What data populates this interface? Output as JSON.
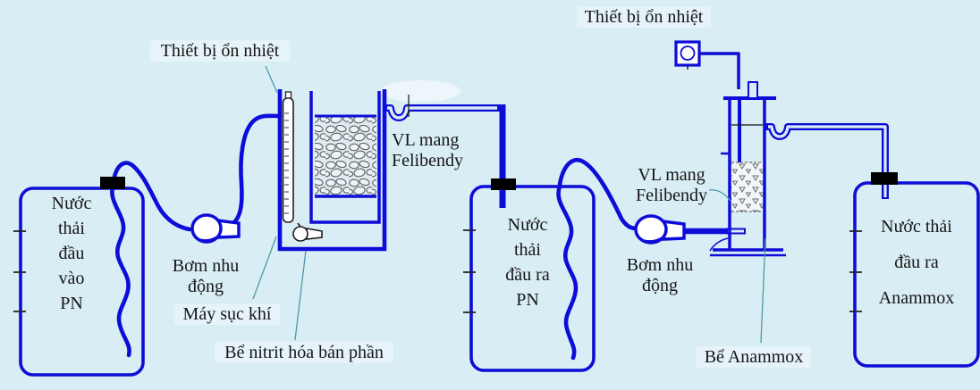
{
  "colors": {
    "background": "#d9edf4",
    "diagram_line": "#0d0dd8",
    "pointer_line": "#4f9aa8",
    "text": "#161616",
    "connector_black": "#000000"
  },
  "labels": {
    "thermo1": "Thiết bị ổn nhiệt",
    "thermo2": "Thiết bị ổn nhiệt",
    "carrier1": [
      "VL mang",
      "Felibendy"
    ],
    "carrier2": [
      "VL mang",
      "Felibendy"
    ],
    "pump1": [
      "Bơm nhu",
      "động"
    ],
    "pump2": [
      "Bơm nhu",
      "động"
    ],
    "aerator": "Máy sục khí",
    "reactor1": "Bể nitrit hóa bán phần",
    "reactor2": "Bể Anammox"
  },
  "tanks": {
    "influent_pn": [
      "Nước",
      "thải",
      "đầu",
      "vào",
      "PN"
    ],
    "effluent_pn": [
      "Nước",
      "thải",
      "đầu ra",
      "PN"
    ],
    "effluent_anammox": [
      "Nước thải",
      "đầu ra",
      "Anammox"
    ]
  }
}
